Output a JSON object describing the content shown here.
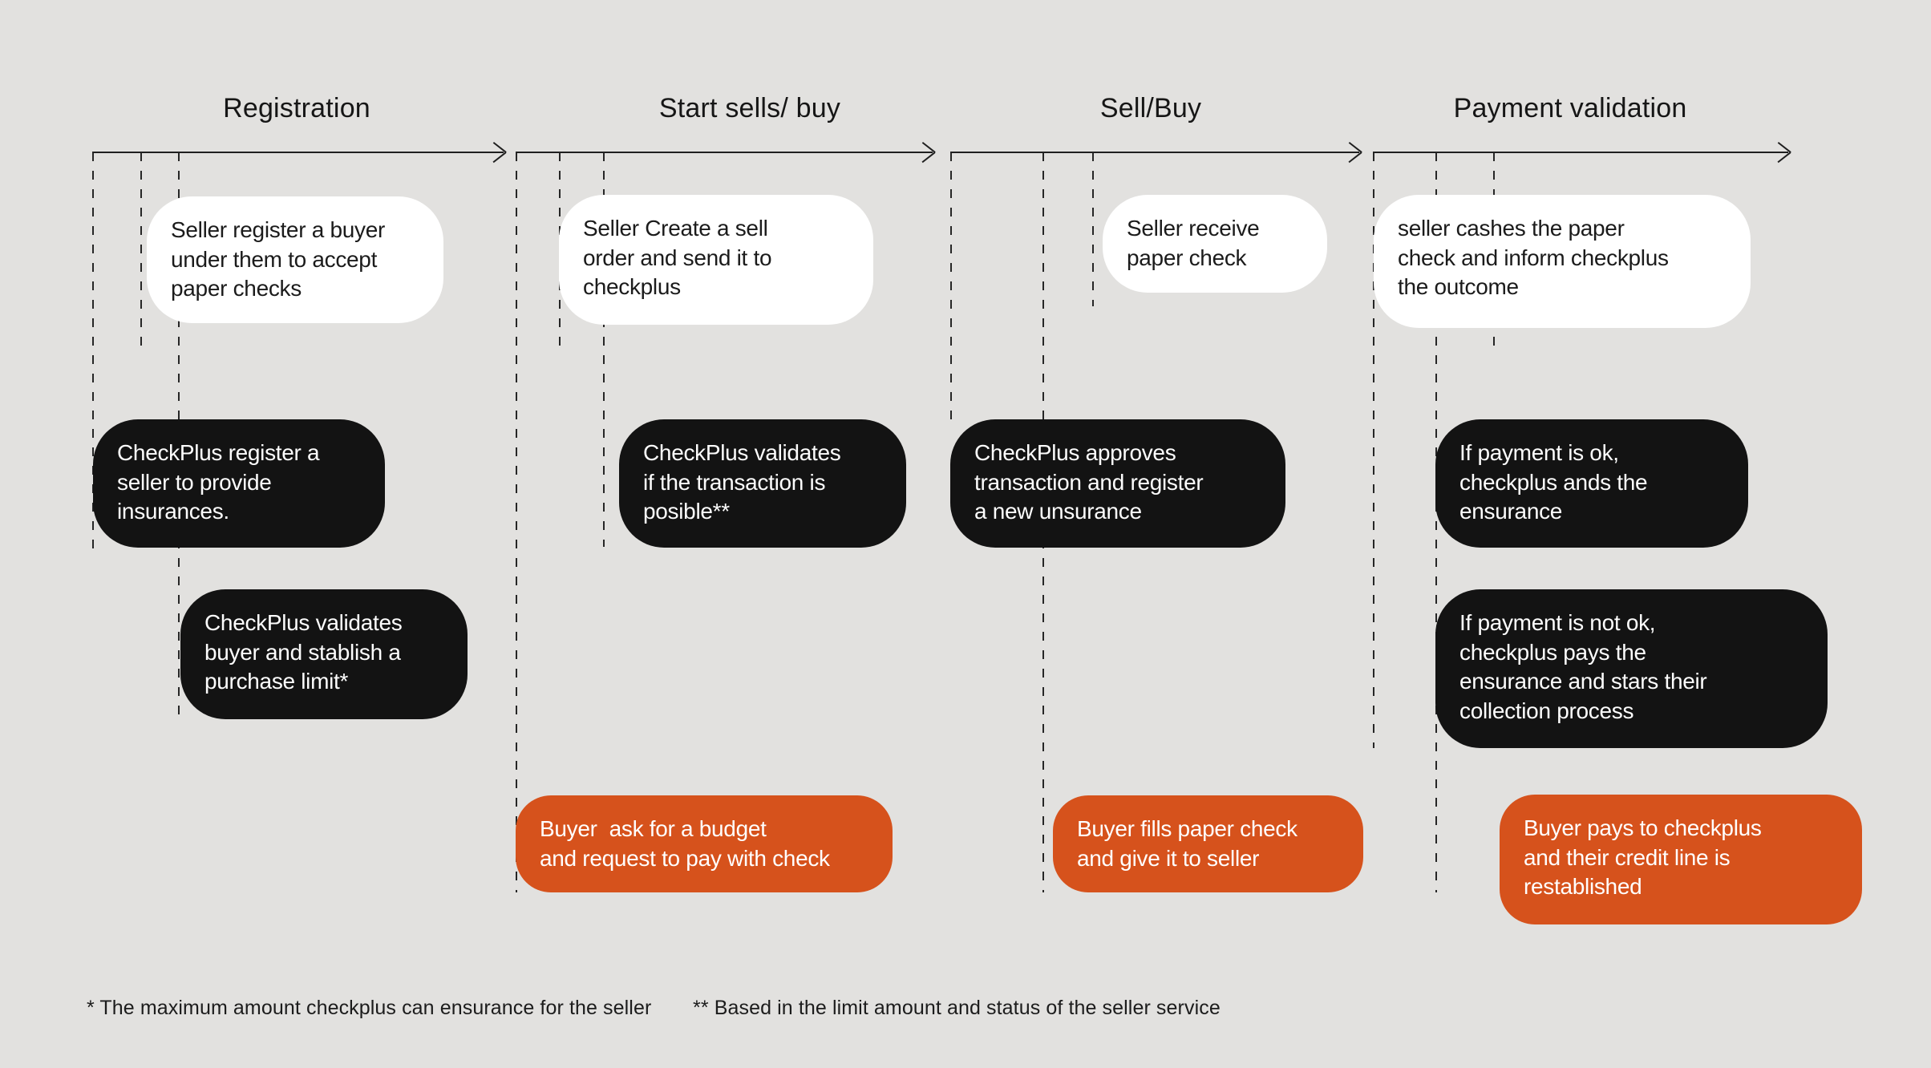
{
  "diagram": {
    "type": "process-swimlane-timeline",
    "colors": {
      "background": "#e2e1df",
      "seller_box": "#ffffff",
      "checkplus_box": "#131313",
      "buyer_box": "#d6521c",
      "line": "#1f1f1f",
      "text_dark": "#1b1b1b",
      "text_light": "#ffffff"
    }
  },
  "sections": [
    {
      "title": "Registration",
      "boxes": {
        "seller": "Seller register a buyer\nunder them to accept\npaper checks",
        "checkplus": "CheckPlus register a\nseller to provide\ninsurances.",
        "checkplus2": "CheckPlus validates\nbuyer and stablish a\npurchase limit*"
      }
    },
    {
      "title": "Start sells/ buy",
      "boxes": {
        "seller": "Seller Create a sell\norder and send it to\ncheckplus",
        "checkplus": "CheckPlus validates\nif the transaction is\nposible**",
        "buyer": "Buyer  ask for a budget\nand request to pay with check"
      }
    },
    {
      "title": "Sell/Buy",
      "boxes": {
        "seller": "Seller receive\npaper check",
        "checkplus": "CheckPlus approves\ntransaction and register\na new unsurance",
        "buyer": "Buyer fills paper check\nand give it to seller"
      }
    },
    {
      "title": "Payment validation",
      "boxes": {
        "seller": "seller cashes the paper\ncheck and inform checkplus\nthe outcome",
        "checkplus": "If payment is ok,\ncheckplus ands the\nensurance",
        "checkplus2": "If payment is not ok,\ncheckplus pays the\nensurance and stars their\ncollection process",
        "buyer": "Buyer pays to checkplus\nand their credit line is\nrestablished"
      }
    }
  ],
  "footnotes": [
    "* The maximum amount checkplus can ensurance for the seller",
    "** Based in the limit amount and status of the seller service"
  ]
}
